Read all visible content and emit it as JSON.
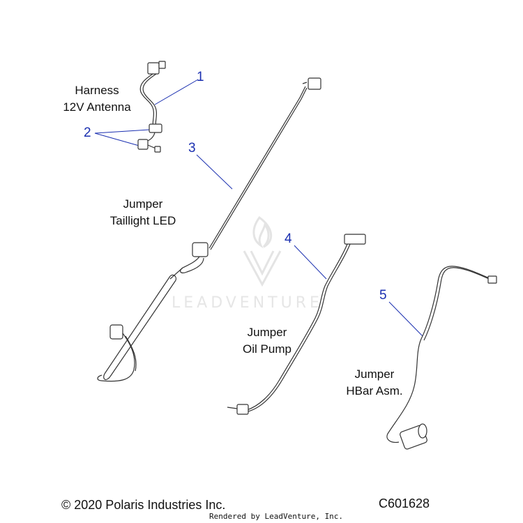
{
  "parts": [
    {
      "label_lines": [
        "Harness",
        "12V Antenna"
      ]
    },
    {
      "label_lines": [
        "Jumper",
        "Taillight LED"
      ]
    },
    {
      "label_lines": [
        "Jumper",
        "Oil Pump"
      ]
    },
    {
      "label_lines": [
        "Jumper",
        "HBar Asm."
      ]
    }
  ],
  "callouts": [
    "1",
    "2",
    "3",
    "4",
    "5"
  ],
  "footer": {
    "copyright": "© 2020 Polaris Industries Inc.",
    "diagram_code": "C601628",
    "rendered_by": "Rendered by LeadVenture, Inc."
  },
  "watermark": {
    "text": "LEADVENTURE"
  },
  "colors": {
    "callout": "#1a2fb0",
    "line": "#333333",
    "watermark": "#e6e6e6"
  }
}
